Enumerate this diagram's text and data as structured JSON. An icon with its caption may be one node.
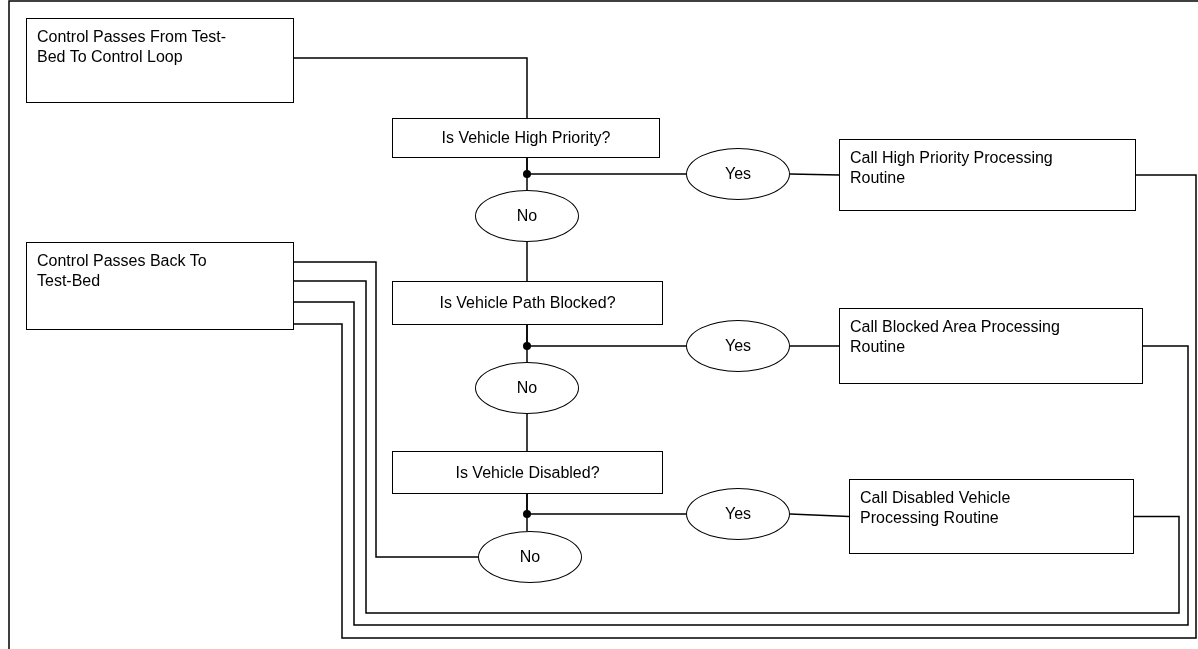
{
  "diagram": {
    "nodes": [
      {
        "text": [
          "Control Passes From Test-Bed To Control Loop"
        ]
      },
      {
        "text": [
          "Is Vehicle High Priority?"
        ]
      },
      {
        "text": [
          "Yes"
        ]
      },
      {
        "text": [
          "Call High Priority Processing Routine"
        ]
      },
      {
        "text": [
          "No"
        ]
      },
      {
        "text": [
          "Control Passes Back To Test-Bed"
        ]
      },
      {
        "text": [
          "Is Vehicle Path Blocked?"
        ]
      },
      {
        "text": [
          "Yes"
        ]
      },
      {
        "text": [
          "Call Blocked Area Processing Routine"
        ]
      },
      {
        "text": [
          "No"
        ]
      },
      {
        "text": [
          "Is Vehicle Disabled?"
        ]
      },
      {
        "text": [
          "Yes"
        ]
      },
      {
        "text": [
          "Call Disabled Vehicle Processing Routine"
        ]
      },
      {
        "text": [
          "No"
        ]
      }
    ],
    "edges": [
      {
        "from": 0,
        "to": 1,
        "arrow": "none"
      },
      {
        "from": 1,
        "to": 4,
        "arrow": "none"
      },
      {
        "from": 1,
        "to": 2,
        "arrow": "none"
      },
      {
        "from": 2,
        "to": 3,
        "arrow": "none"
      },
      {
        "from": 3,
        "to": 5,
        "arrow": "none"
      },
      {
        "from": 4,
        "to": 6,
        "arrow": "none"
      },
      {
        "from": 6,
        "to": 9,
        "arrow": "none"
      },
      {
        "from": 6,
        "to": 7,
        "arrow": "none"
      },
      {
        "from": 7,
        "to": 8,
        "arrow": "none"
      },
      {
        "from": 8,
        "to": 5,
        "arrow": "none"
      },
      {
        "from": 9,
        "to": 10,
        "arrow": "none"
      },
      {
        "from": 10,
        "to": 13,
        "arrow": "none"
      },
      {
        "from": 10,
        "to": 11,
        "arrow": "none"
      },
      {
        "from": 11,
        "to": 12,
        "arrow": "none"
      },
      {
        "from": 12,
        "to": 5,
        "arrow": "none"
      },
      {
        "from": 13,
        "to": 5,
        "arrow": "none"
      }
    ]
  }
}
